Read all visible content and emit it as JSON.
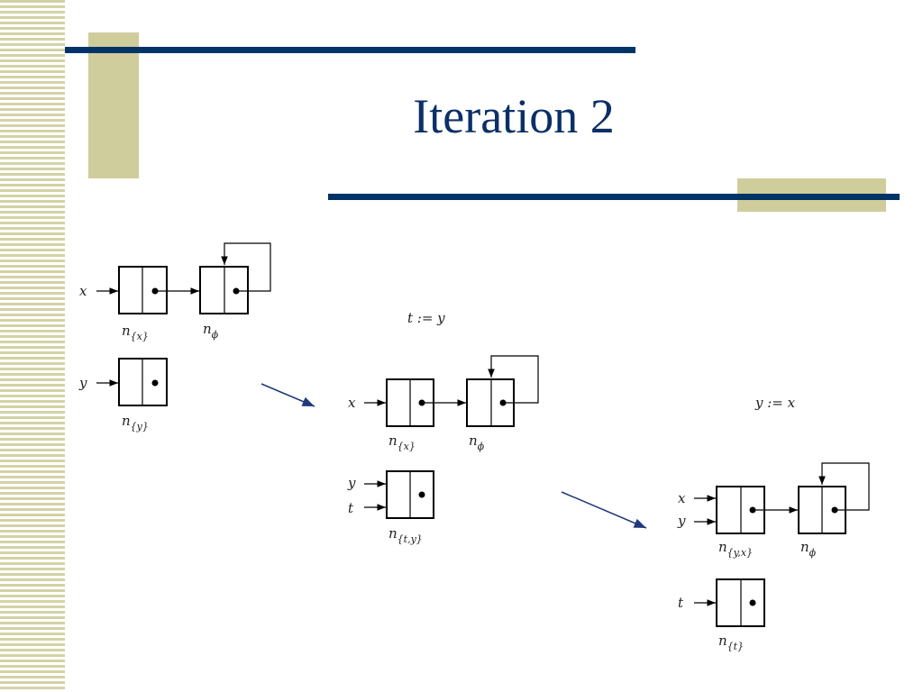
{
  "slide": {
    "title": "Iteration 2",
    "colors": {
      "navy": "#003366",
      "olive": "#cfcd9b",
      "title": "#0b2f66"
    }
  },
  "diagram": {
    "labels": {
      "x": "x",
      "y": "y",
      "t": "t",
      "n": "n",
      "phi": "ϕ",
      "sub_x": "{x}",
      "sub_y": "{y}",
      "sub_ty": "{t,y}",
      "sub_yx": "{y,x}",
      "sub_t": "{t}",
      "step1": "t := y",
      "step2": "y := x"
    }
  }
}
